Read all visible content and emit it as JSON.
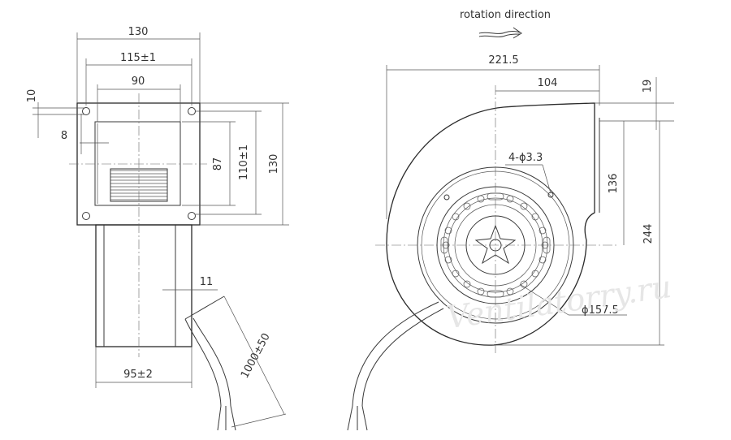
{
  "labels": {
    "rotation": "rotation direction",
    "hole_spec": "4-ϕ3.3",
    "diameter": "ϕ157.5"
  },
  "dimensions": {
    "d130_top": "130",
    "d115": "115±1",
    "d90": "90",
    "d10": "10",
    "d8": "8",
    "d87": "87",
    "d110": "110±1",
    "d130_side": "130",
    "d11": "11",
    "d95": "95±2",
    "d1000": "1000±50",
    "d221": "221.5",
    "d104": "104",
    "d19": "19",
    "d136": "136",
    "d244": "244"
  },
  "watermark": "Ventilatorry.ru",
  "colors": {
    "line": "#3a3a3a",
    "text": "#333333",
    "watermark": "#e6e6e6"
  }
}
